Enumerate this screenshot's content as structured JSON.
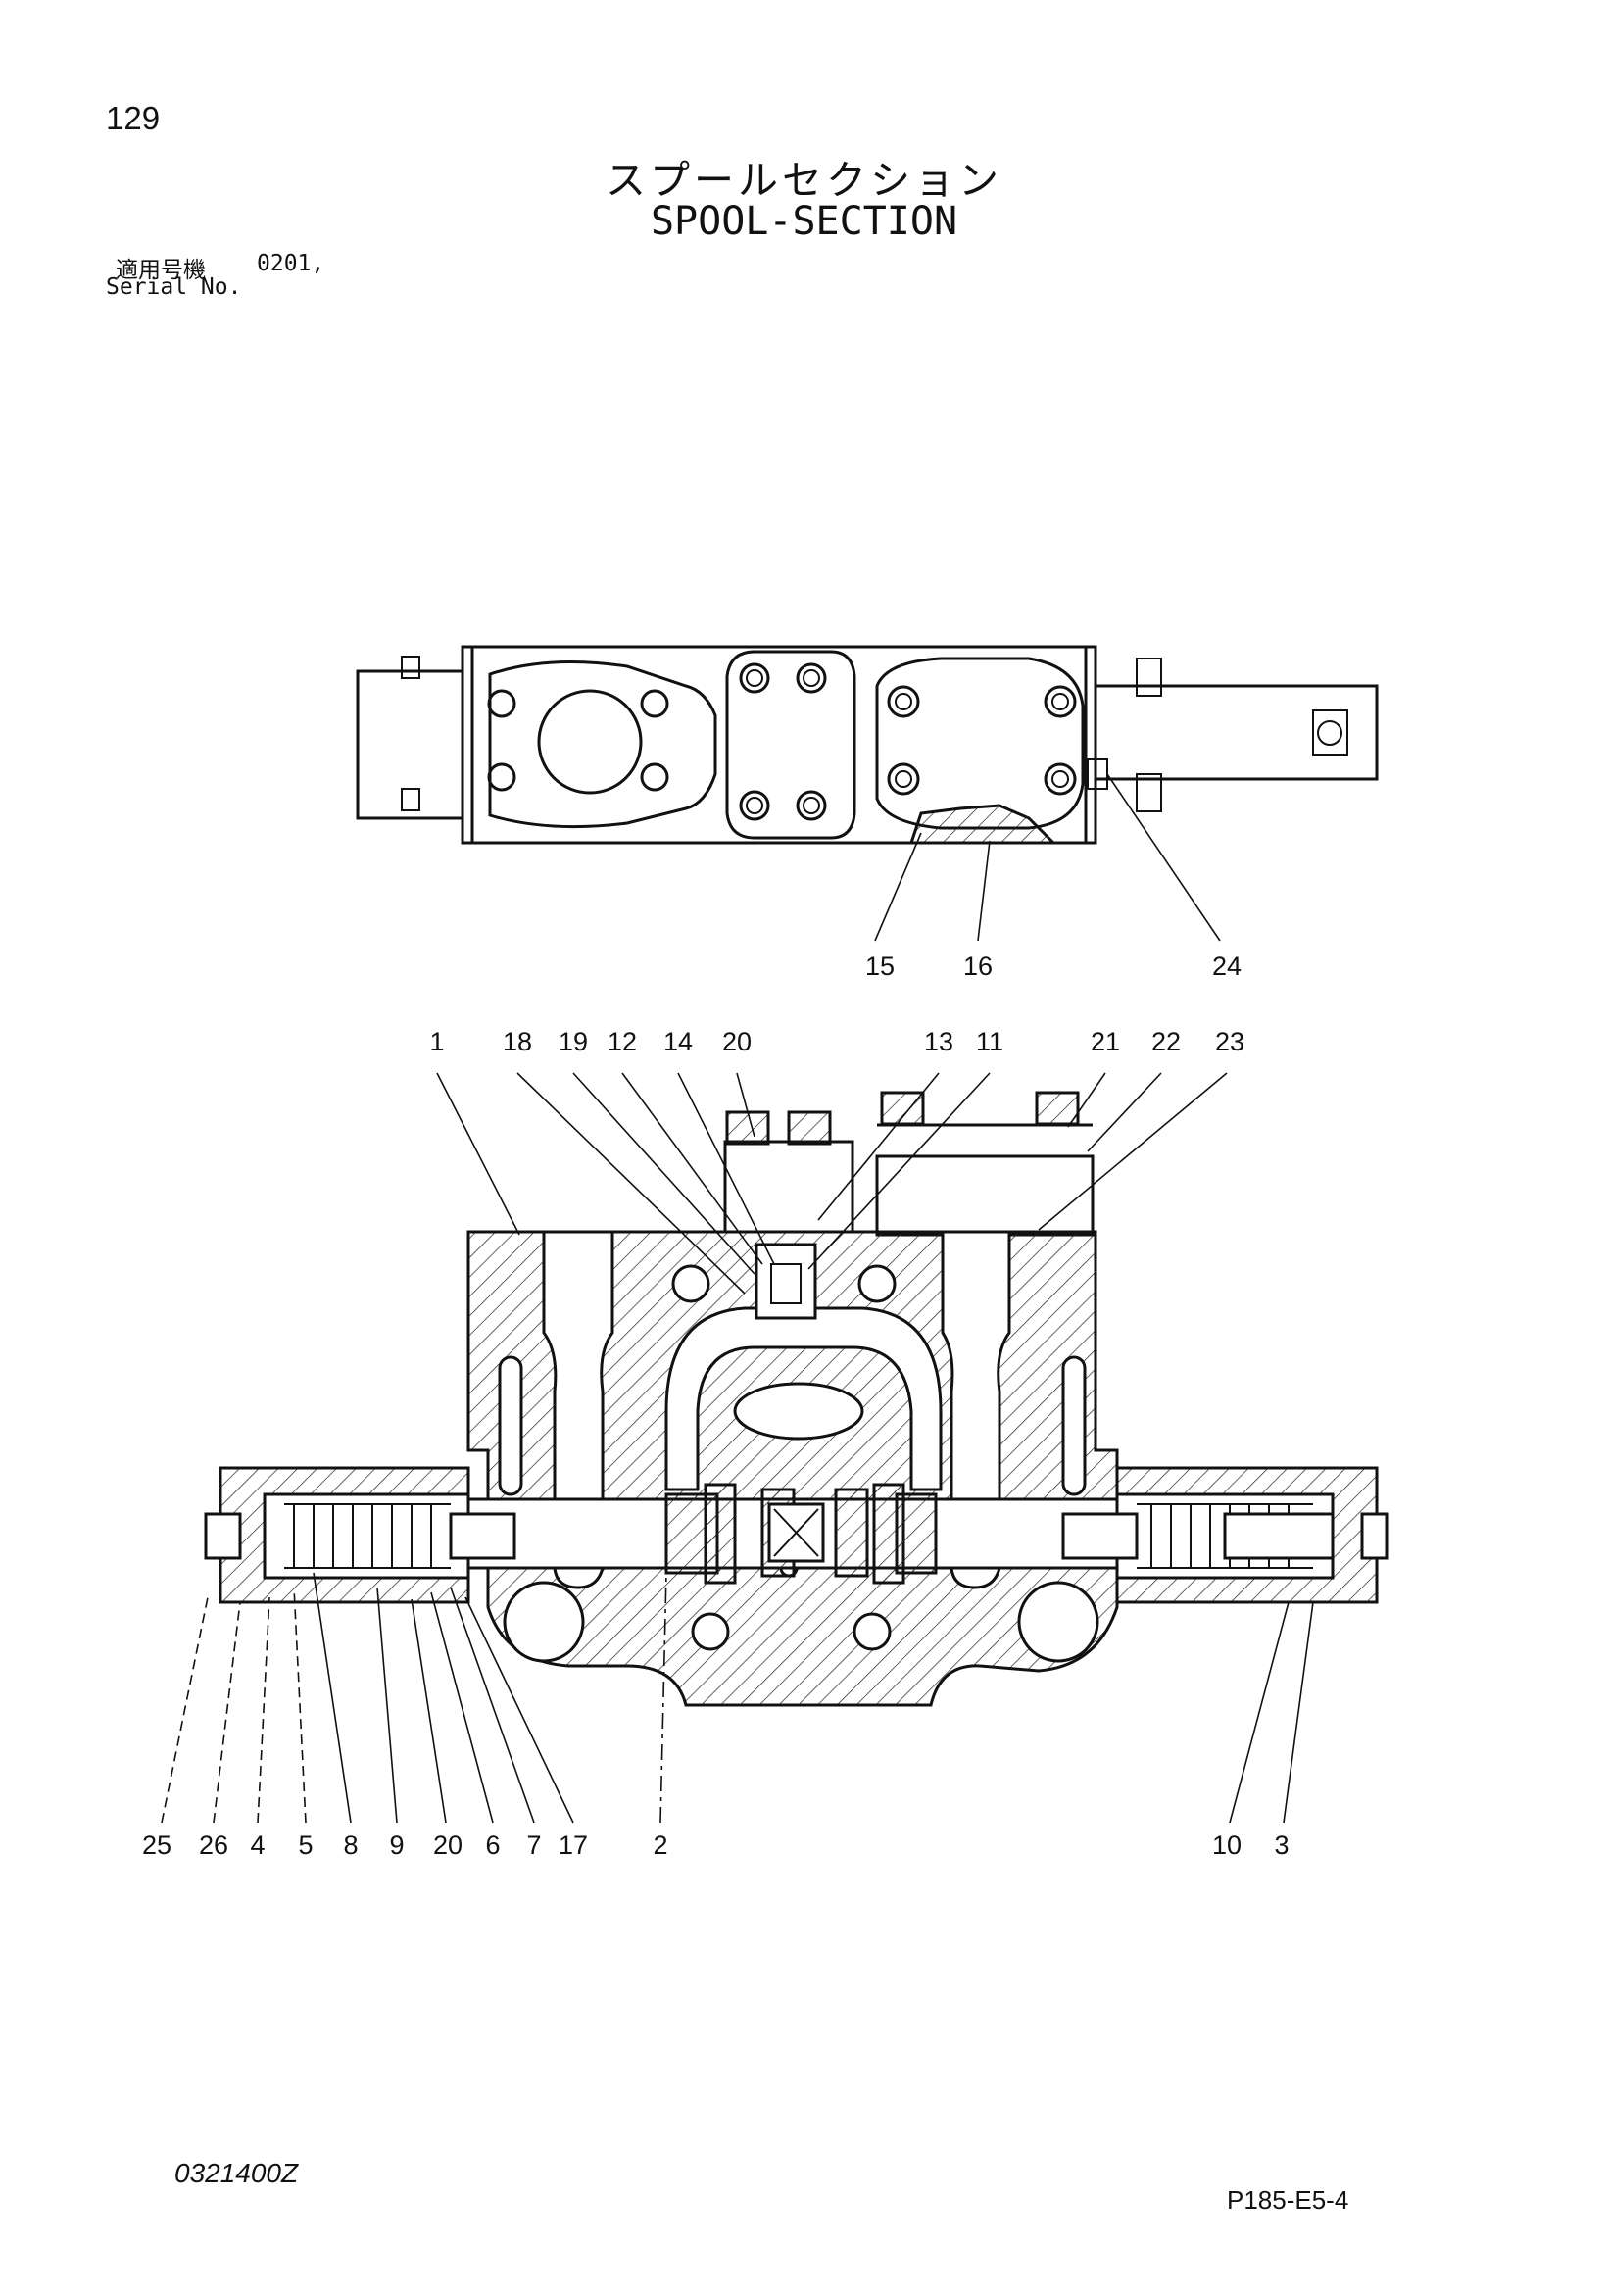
{
  "header": {
    "page_number": "129",
    "title_jp": "スプールセクション",
    "title_en": "SPOOL-SECTION",
    "serial_label_jp": "適用号機",
    "serial_value": "0201,",
    "serial_label_en": "Serial No."
  },
  "top_view_callouts": [
    "15",
    "16",
    "24"
  ],
  "section_view_top_callouts": [
    "1",
    "18",
    "19",
    "12",
    "14",
    "20",
    "13",
    "11",
    "21",
    "22",
    "23"
  ],
  "section_view_bottom_callouts": [
    "25",
    "26",
    "4",
    "5",
    "8",
    "9",
    "20",
    "6",
    "7",
    "17",
    "2",
    "10",
    "3"
  ],
  "footer": {
    "drawing_code": "0321400Z",
    "page_code": "P185-E5-4"
  }
}
